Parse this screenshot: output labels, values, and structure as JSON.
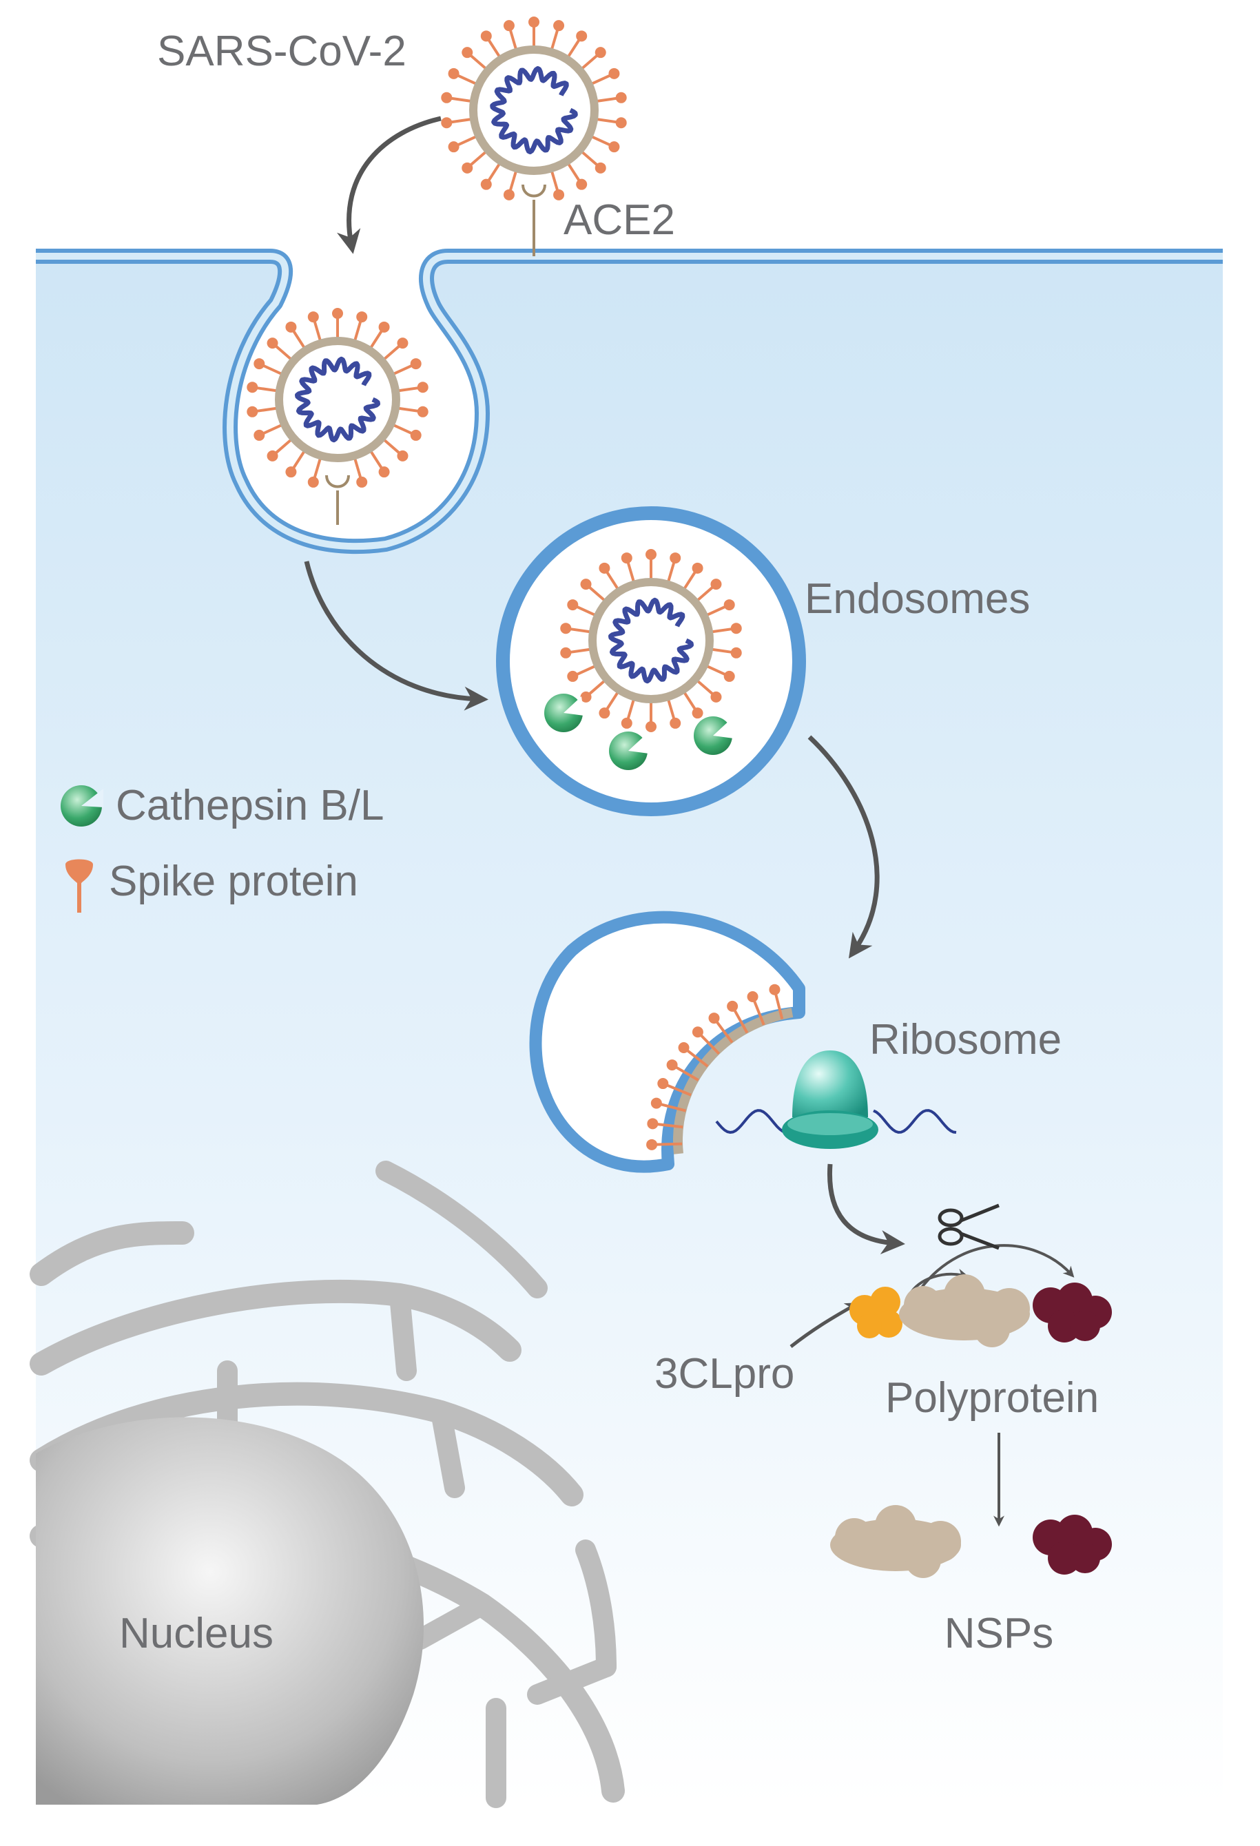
{
  "labels": {
    "virus": "SARS-CoV-2",
    "receptor": "ACE2",
    "endosomes": "Endosomes",
    "ribosome": "Ribosome",
    "protease": "3CLpro",
    "polyprotein": "Polyprotein",
    "products": "NSPs",
    "nucleus": "Nucleus"
  },
  "legend": {
    "items": [
      {
        "icon": "cathepsin-icon",
        "label": "Cathepsin B/L"
      },
      {
        "icon": "spike-protein-icon",
        "label": "Spike protein"
      }
    ]
  },
  "colors": {
    "cytoplasm_top": "#cfe6f6",
    "cytoplasm_bottom": "#ffffff",
    "membrane": "#5b9bd5",
    "virus_envelope": "#b9ac97",
    "spike": "#e8875a",
    "rna": "#3b4a9e",
    "cathepsin": "#3aa86b",
    "ribosome": "#2bb3a0",
    "protease_orange": "#f5a623",
    "nsp_beige": "#c9b8a3",
    "nsp_maroon": "#6b1a30",
    "er_gray": "#bdbdbd",
    "arrow": "#555555"
  }
}
